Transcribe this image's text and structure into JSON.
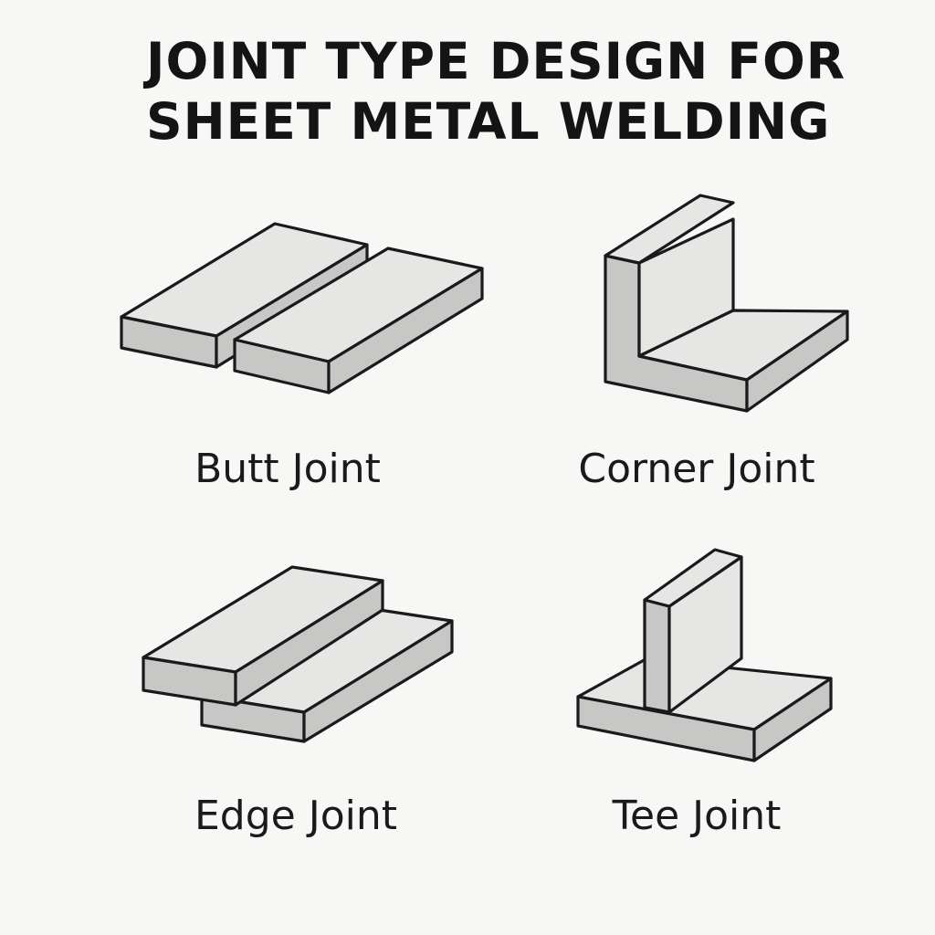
{
  "title": {
    "line1": "JOINT TYPE DESIGN FOR",
    "line2": "SHEET METAL WELDING"
  },
  "joints": [
    {
      "label": "Butt Joint",
      "icon": "butt-joint-icon"
    },
    {
      "label": "Corner Joint",
      "icon": "corner-joint-icon"
    },
    {
      "label": "Edge Joint",
      "icon": "edge-joint-icon"
    },
    {
      "label": "Tee Joint",
      "icon": "tee-joint-icon"
    }
  ],
  "colors": {
    "background": "#f7f7f5",
    "top_face": "#e6e6e4",
    "side_face": "#c7c7c5",
    "outline": "#1a1a1a"
  }
}
